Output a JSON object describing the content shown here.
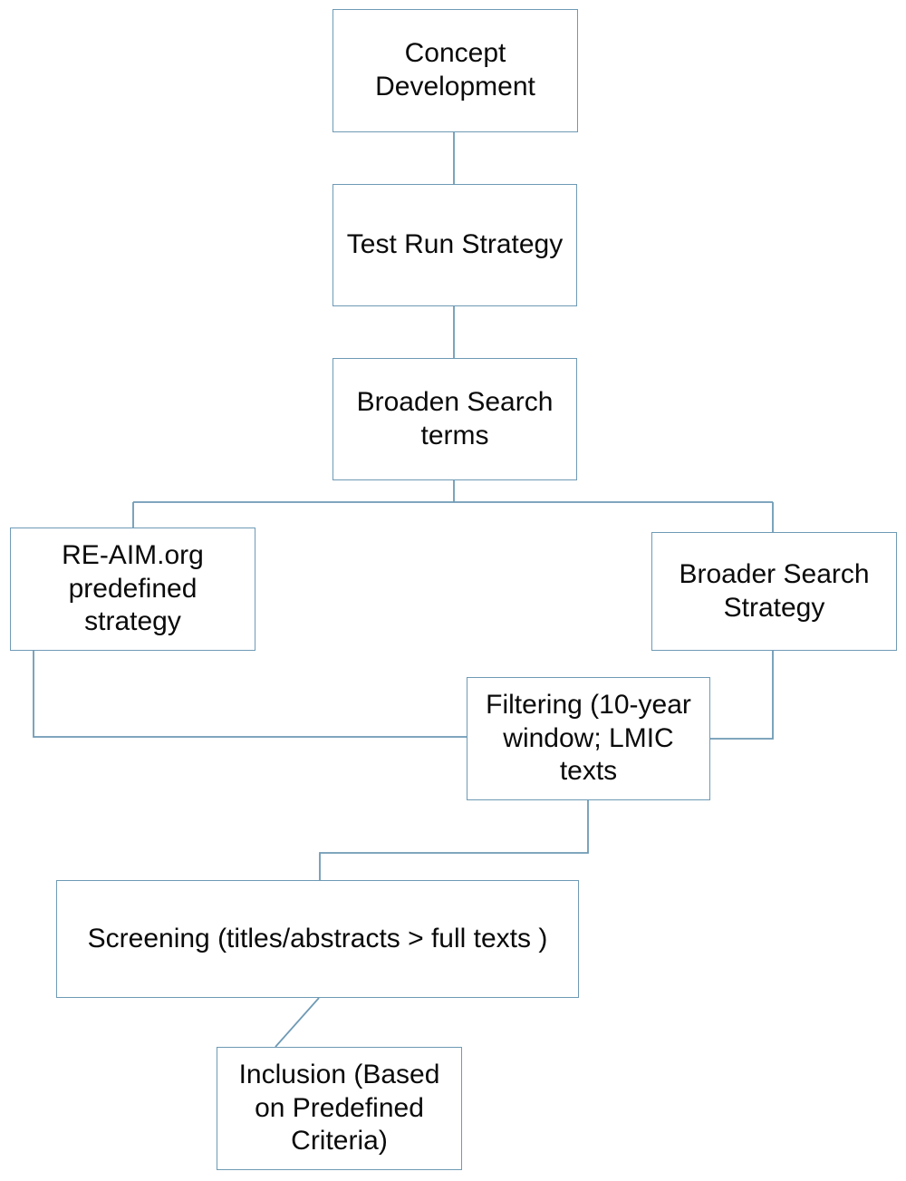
{
  "diagram": {
    "type": "flowchart",
    "title": "Literature search and screening process flowchart",
    "background_color": "#ffffff",
    "box_border_color": "#6E9AB5",
    "edge_color": "#5B86A5",
    "text_color": "#0a0a0a",
    "nodes": [
      {
        "id": "concept",
        "label": "Concept\nDevelopment"
      },
      {
        "id": "testrun",
        "label": "Test Run Strategy"
      },
      {
        "id": "broaden",
        "label": "Broaden Search\nterms"
      },
      {
        "id": "reaim",
        "label": "RE-AIM.org\npredefined\nstrategy"
      },
      {
        "id": "broader",
        "label": "Broader Search\nStrategy"
      },
      {
        "id": "filtering",
        "label": "Filtering (10-year\nwindow; LMIC\ntexts"
      },
      {
        "id": "screening",
        "label": "Screening (titles/abstracts > full texts )"
      },
      {
        "id": "inclusion",
        "label": "Inclusion (Based\non Predefined\nCriteria)"
      }
    ],
    "edges": [
      {
        "from": "concept",
        "to": "testrun"
      },
      {
        "from": "testrun",
        "to": "broaden"
      },
      {
        "from": "broaden",
        "to": "reaim"
      },
      {
        "from": "broaden",
        "to": "broader"
      },
      {
        "from": "reaim",
        "to": "filtering"
      },
      {
        "from": "broader",
        "to": "filtering"
      },
      {
        "from": "filtering",
        "to": "screening"
      },
      {
        "from": "screening",
        "to": "inclusion"
      }
    ]
  }
}
